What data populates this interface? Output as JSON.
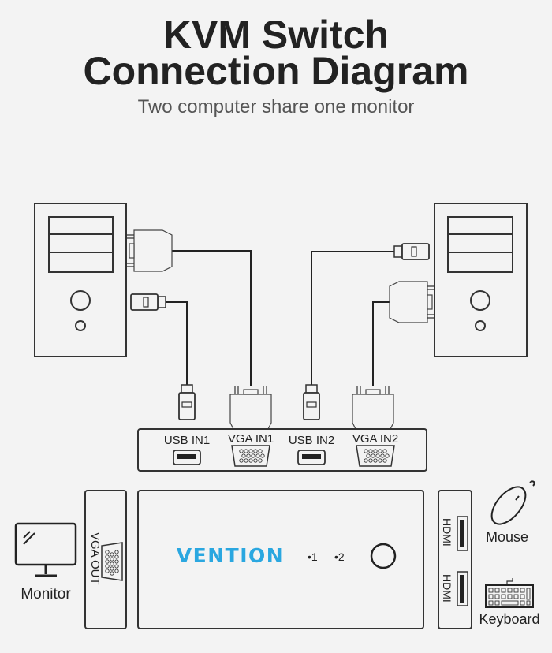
{
  "title": {
    "line1": "KVM Switch",
    "line2": "Connection Diagram",
    "subtitle": "Two computer share one monitor"
  },
  "ports_panel": {
    "usb_in1": "USB IN1",
    "vga_in1": "VGA IN1",
    "usb_in2": "USB IN2",
    "vga_in2": "VGA IN2"
  },
  "switch": {
    "brand": "VENTION",
    "led1": "•1",
    "led2": "•2",
    "vga_out": "VGA OUT",
    "hdmi1": "HDMI",
    "hdmi2": "HDMI"
  },
  "devices": {
    "monitor": "Monitor",
    "mouse": "Mouse",
    "keyboard": "Keyboard"
  },
  "colors": {
    "brand": "#2aa7e0",
    "background": "#f3f3f3",
    "line": "#222222"
  }
}
